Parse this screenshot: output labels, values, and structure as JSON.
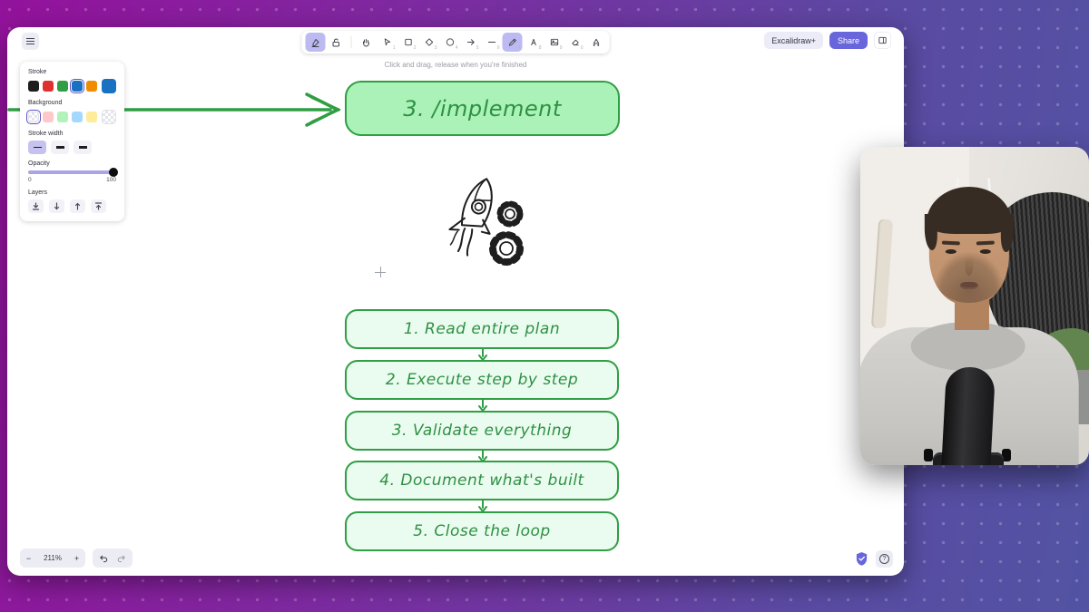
{
  "scene": {
    "bg_gradient_left": "#93129b",
    "bg_gradient_right": "#5253a3"
  },
  "app": {
    "hint": "Click and drag, release when you're finished",
    "topbar": {
      "excalidraw_plus_label": "Excalidraw+",
      "share_label": "Share",
      "share_color": "#6965db"
    },
    "toolbar": {
      "active_color": "#bdbaf2",
      "tools": [
        {
          "name": "pen-mode",
          "icon": "pen-underline-icon",
          "shortcut": "",
          "active": true
        },
        {
          "name": "lock",
          "icon": "padlock-icon",
          "shortcut": "",
          "active": false
        },
        {
          "name": "hand",
          "icon": "hand-icon",
          "shortcut": "",
          "active": false
        },
        {
          "name": "selection",
          "icon": "cursor-icon",
          "shortcut": "1",
          "active": false
        },
        {
          "name": "rectangle",
          "icon": "square-icon",
          "shortcut": "2",
          "active": false
        },
        {
          "name": "diamond",
          "icon": "diamond-icon",
          "shortcut": "3",
          "active": false
        },
        {
          "name": "ellipse",
          "icon": "circle-icon",
          "shortcut": "4",
          "active": false
        },
        {
          "name": "arrow",
          "icon": "arrow-right-icon",
          "shortcut": "5",
          "active": false
        },
        {
          "name": "line",
          "icon": "line-icon",
          "shortcut": "6",
          "active": false
        },
        {
          "name": "draw",
          "icon": "pencil-icon",
          "shortcut": "7",
          "active": true
        },
        {
          "name": "text",
          "icon": "letter-a-icon",
          "shortcut": "8",
          "active": false
        },
        {
          "name": "image",
          "icon": "image-icon",
          "shortcut": "9",
          "active": false
        },
        {
          "name": "eraser",
          "icon": "eraser-icon",
          "shortcut": "0",
          "active": false
        },
        {
          "name": "more-shapes",
          "icon": "shapes-icon",
          "shortcut": "",
          "active": false
        }
      ]
    },
    "panel": {
      "stroke_label": "Stroke",
      "stroke_colors": [
        "#1e1e1e",
        "#e03131",
        "#2f9e44",
        "#1971c2",
        "#f08c00"
      ],
      "stroke_selected_index": 3,
      "stroke_active": "#1971c2",
      "background_label": "Background",
      "background_colors": [
        "transparent",
        "#ffc9c9",
        "#b2f2bb",
        "#a5d8ff",
        "#ffec99"
      ],
      "background_selected_index": 0,
      "background_active": "transparent",
      "stroke_width_label": "Stroke width",
      "stroke_width_selected": "thin",
      "opacity_label": "Opacity",
      "opacity_min": "0",
      "opacity_max": "100",
      "opacity_value": 100,
      "layers_label": "Layers",
      "layer_actions": [
        "send-to-back",
        "send-backward",
        "bring-forward",
        "bring-to-front"
      ]
    },
    "footer": {
      "zoom_out": "−",
      "zoom_level": "211%",
      "zoom_in": "+"
    }
  },
  "diagram": {
    "stroke_color": "#2f9e44",
    "title_box": {
      "label": "3. /implement",
      "fill": "#abf2b8"
    },
    "steps_fill": "#eafbef",
    "steps": [
      "1. Read entire plan",
      "2. Execute step by step",
      "3. Validate everything",
      "4. Document what's built",
      "5. Close the loop"
    ]
  }
}
